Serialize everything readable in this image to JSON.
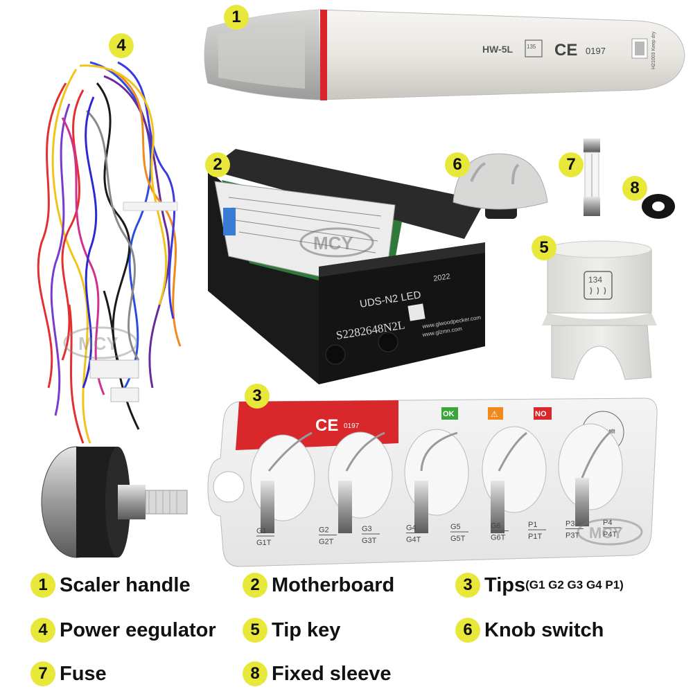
{
  "markers": [
    "1",
    "2",
    "3",
    "4",
    "5",
    "6",
    "7",
    "8"
  ],
  "handle": {
    "model": "HW-5L",
    "temp_mark": "135",
    "ce": "CE",
    "ce_number": "0197",
    "label_text": "H21003 Keep dry"
  },
  "motherboard": {
    "model": "UDS-N2 LED",
    "serial": "S2282648N2L",
    "year": "2022",
    "url1": "www.glwoodpecker.com",
    "url2": "www.glzmn.com",
    "brand_stamp": "MCY"
  },
  "tip_key": {
    "temp_mark": "134"
  },
  "tips_card": {
    "ce": "CE",
    "ce_number": "0197",
    "status_ok": "OK",
    "status_warn": "⚠",
    "status_no": "NO",
    "measure": "1MM",
    "labels_top": [
      "G1",
      "G2",
      "G3",
      "G4",
      "G5",
      "G6",
      "P1",
      "P3",
      "P4"
    ],
    "labels_bottom": [
      "G1T",
      "G2T",
      "G3T",
      "G4T",
      "G5T",
      "G6T",
      "P1T",
      "P3T",
      "P4T"
    ],
    "brand_stamp": "MCY"
  },
  "wires_brand_stamp": "MCY",
  "legend": [
    {
      "num": "1",
      "label": "Scaler handle",
      "sub": ""
    },
    {
      "num": "2",
      "label": "Motherboard",
      "sub": ""
    },
    {
      "num": "3",
      "label": "Tips",
      "sub": "(G1 G2 G3 G4 P1)"
    },
    {
      "num": "4",
      "label": "Power eegulator",
      "sub": ""
    },
    {
      "num": "5",
      "label": "Tip key",
      "sub": ""
    },
    {
      "num": "6",
      "label": "Knob switch",
      "sub": ""
    },
    {
      "num": "7",
      "label": "Fuse",
      "sub": ""
    },
    {
      "num": "8",
      "label": "Fixed sleeve",
      "sub": ""
    }
  ],
  "colors": {
    "badge": "#e8e83a",
    "handle_body": "#eeece8",
    "handle_ring": "#d8262c",
    "board_case": "#1d1d1d",
    "tips_card_red": "#d8282c"
  }
}
